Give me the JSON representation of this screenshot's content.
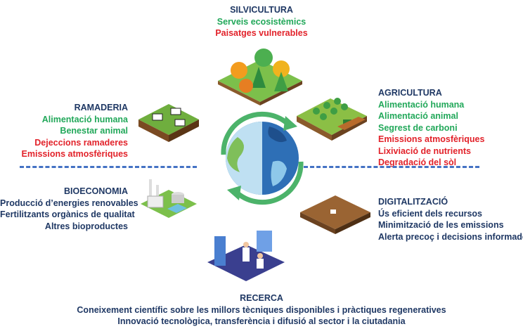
{
  "colors": {
    "title": "#1f3864",
    "positive": "#22a85a",
    "negative": "#e2222a",
    "dash": "#4472c4"
  },
  "silvicultura": {
    "title": "SILVICULTURA",
    "items": [
      {
        "text": "Serveis ecosistèmics",
        "tone": "positive"
      },
      {
        "text": "Paisatges vulnerables",
        "tone": "negative"
      }
    ]
  },
  "ramaderia": {
    "title": "RAMADERIA",
    "items": [
      {
        "text": "Alimentació humana",
        "tone": "positive"
      },
      {
        "text": "Benestar animal",
        "tone": "positive"
      },
      {
        "text": "Dejeccions ramaderes",
        "tone": "negative"
      },
      {
        "text": "Emissions atmosfèriques",
        "tone": "negative"
      }
    ]
  },
  "agricultura": {
    "title": "AGRICULTURA",
    "items": [
      {
        "text": "Alimentació humana",
        "tone": "positive"
      },
      {
        "text": "Alimentació animal",
        "tone": "positive"
      },
      {
        "text": "Segrest de carboni",
        "tone": "positive"
      },
      {
        "text": "Emissions atmosfèriques",
        "tone": "negative"
      },
      {
        "text": "Lixiviació de nutrients",
        "tone": "negative"
      },
      {
        "text": "Degradació del sòl",
        "tone": "negative"
      }
    ]
  },
  "bioeconomia": {
    "title": "BIOECONOMIA",
    "items": [
      "Producció d’energies renovables",
      "Fertilitzants orgànics de qualitat",
      "Altres bioproductes"
    ]
  },
  "digitalitzacio": {
    "title": "DIGITALITZACIÓ",
    "items": [
      "Ús eficient dels recursos",
      "Minimització de les emissions",
      "Alerta precoç i decisions informades"
    ]
  },
  "recerca": {
    "title": "RECERCA",
    "items": [
      "Coneixement científic sobre les millors tècniques disponibles i pràctiques regeneratives",
      "Innovació tecnològica, transferència i difusió al sector i la ciutadania"
    ]
  }
}
